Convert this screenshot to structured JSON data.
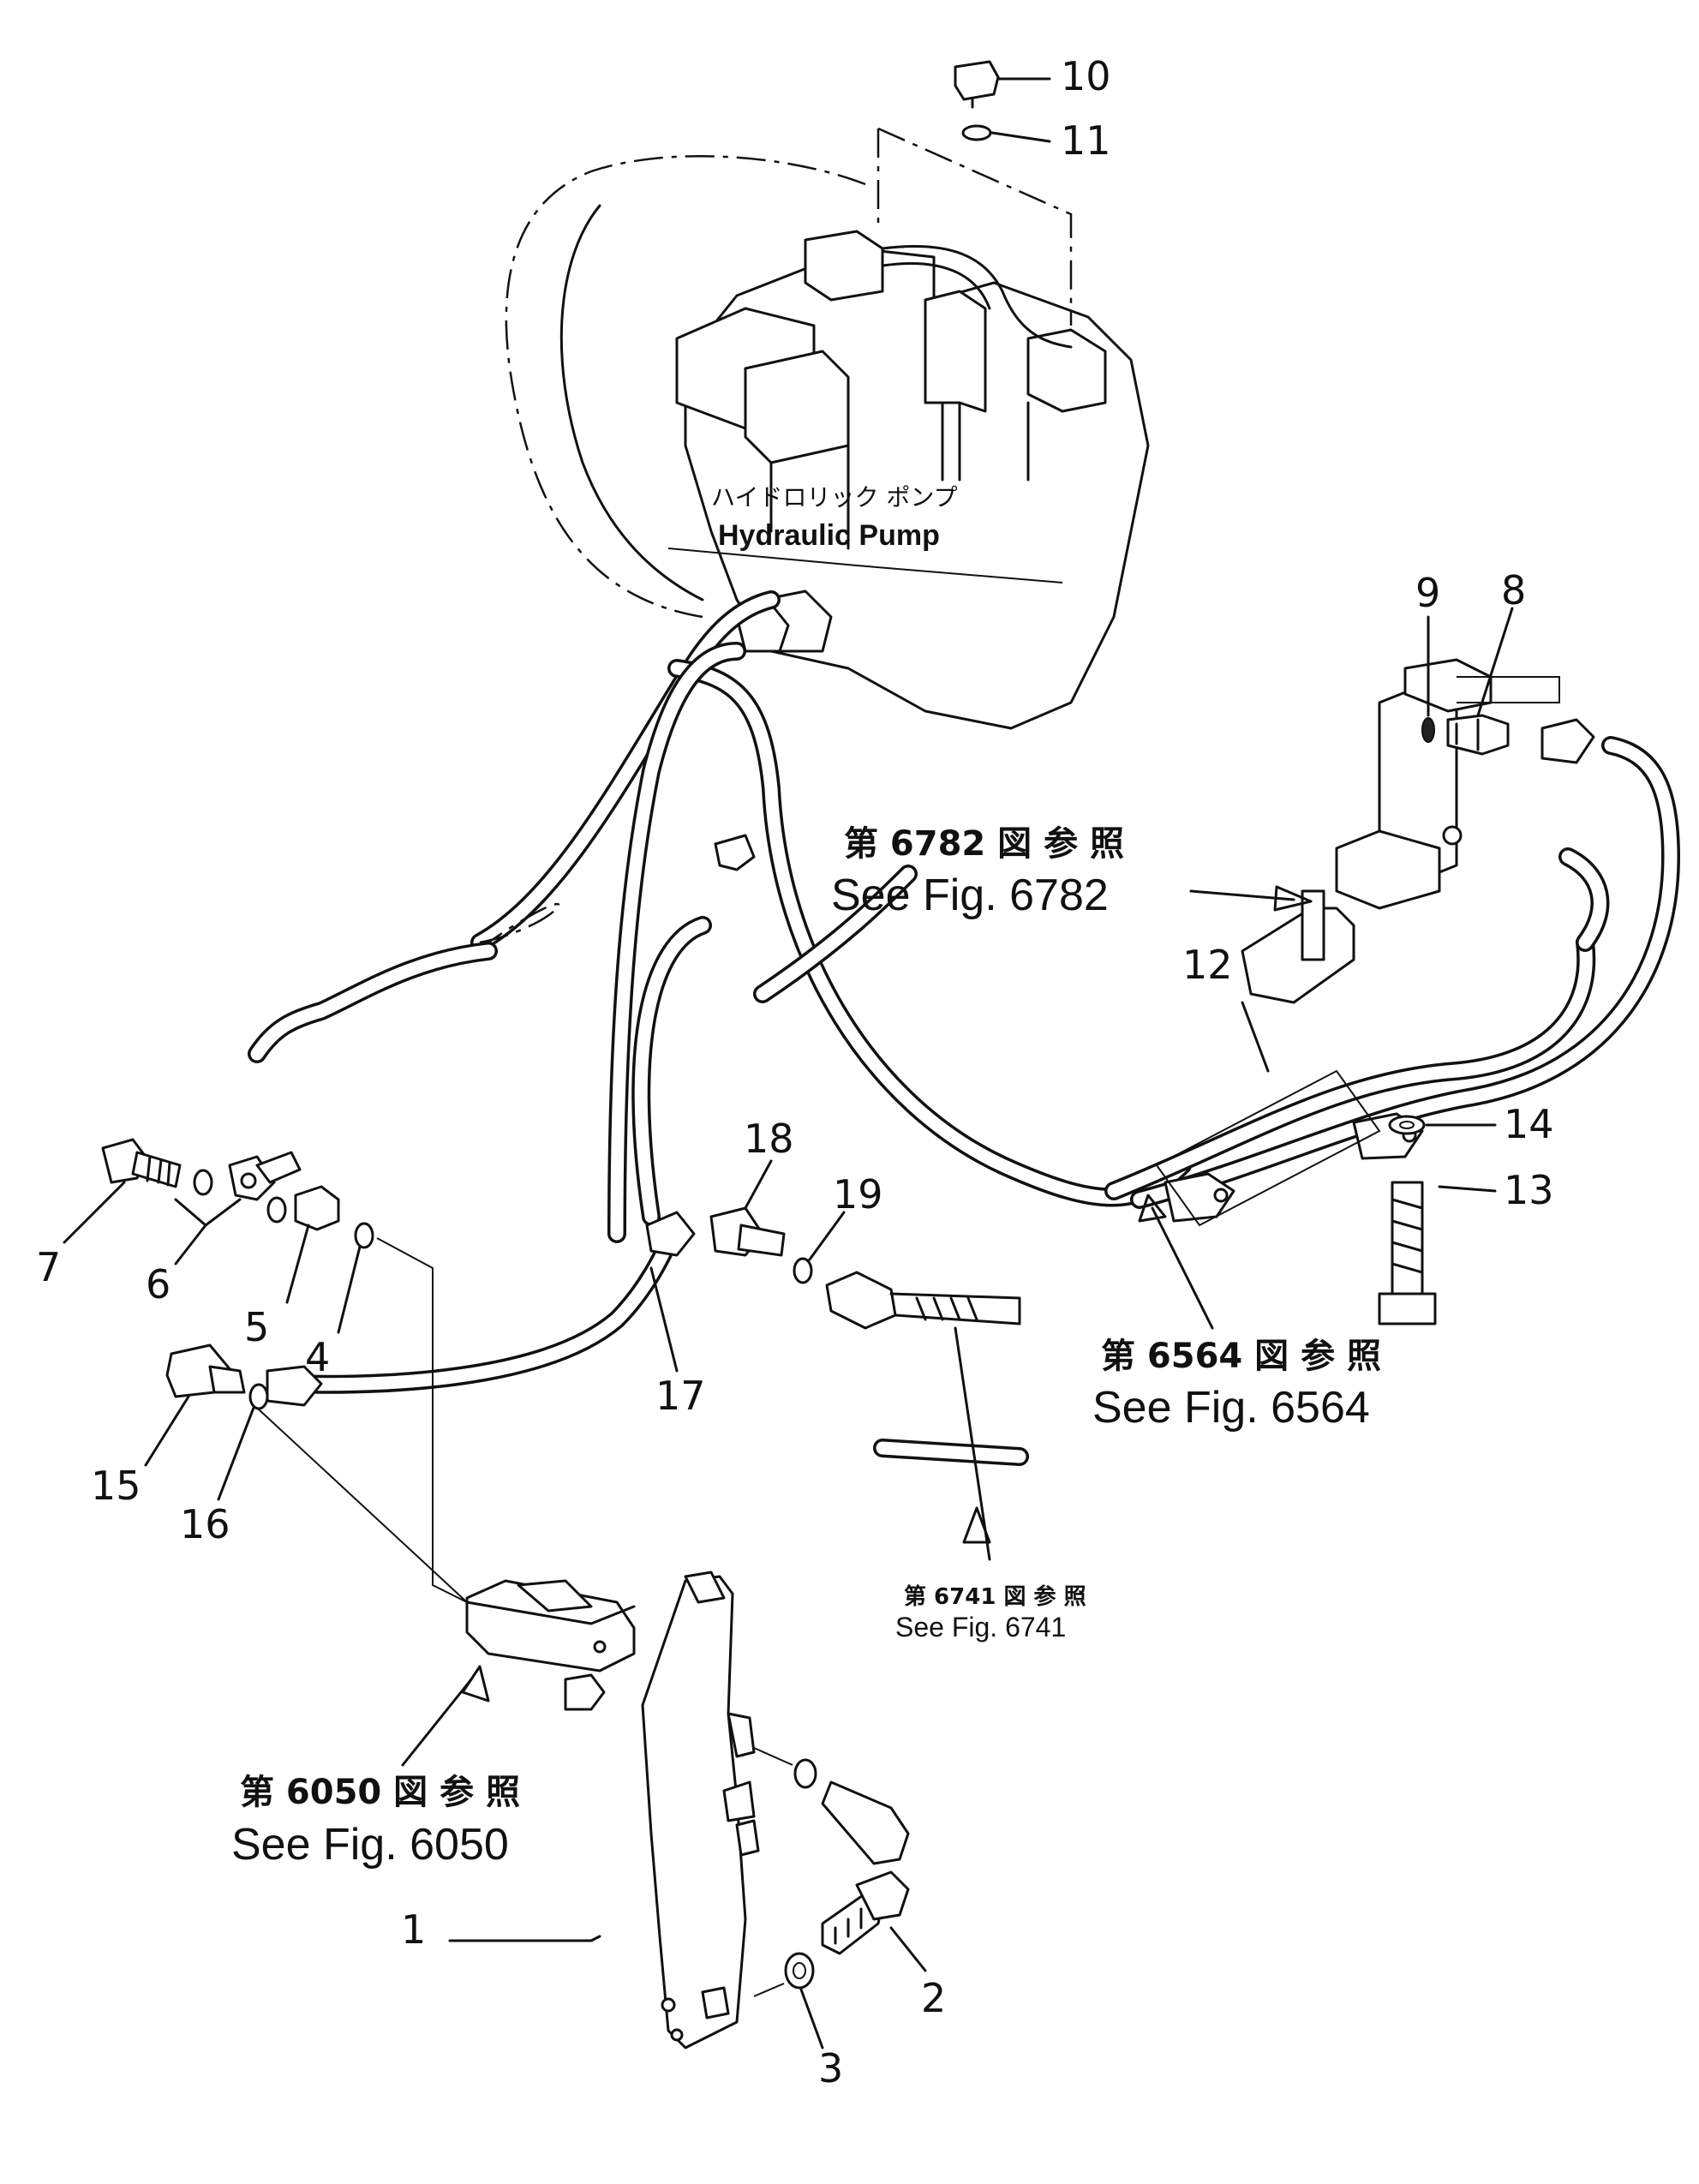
{
  "pump": {
    "label_jp": "ハイドロリック ポンプ",
    "label_en": "Hydraulic Pump"
  },
  "references": [
    {
      "id": "ref-6782",
      "jp": "第 6782 図 参 照",
      "en": "See Fig. 6782"
    },
    {
      "id": "ref-6564",
      "jp": "第 6564 図 参 照",
      "en": "See Fig. 6564"
    },
    {
      "id": "ref-6741",
      "jp": "第 6741 図 参 照",
      "en": "See Fig. 6741"
    },
    {
      "id": "ref-6050",
      "jp": "第 6050 図 参 照",
      "en": "See Fig. 6050"
    }
  ],
  "callouts": [
    "1",
    "2",
    "3",
    "4",
    "5",
    "6",
    "7",
    "8",
    "9",
    "10",
    "11",
    "12",
    "13",
    "14",
    "15",
    "16",
    "17",
    "18",
    "19"
  ]
}
